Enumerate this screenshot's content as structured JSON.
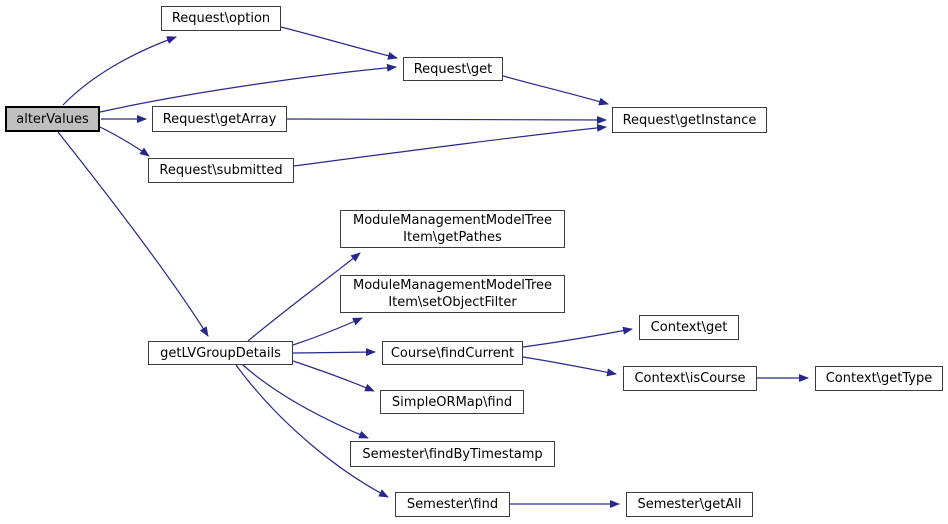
{
  "diagram": {
    "kind": "doxygen-call-graph",
    "root_function": "alterValues",
    "colors": {
      "edge": "#28288c",
      "root_node_fill": "#bfbfbf",
      "node_fill": "#ffffff",
      "node_border": "#3c3c3c",
      "text": "#000000",
      "background": "#ffffff"
    }
  },
  "nodes": [
    {
      "id": "altervalues",
      "label": "alterValues"
    },
    {
      "id": "request-option",
      "label": "Request\\option"
    },
    {
      "id": "request-get",
      "label": "Request\\get"
    },
    {
      "id": "request-getarray",
      "label": "Request\\getArray"
    },
    {
      "id": "request-submitted",
      "label": "Request\\submitted"
    },
    {
      "id": "request-getinstance",
      "label": "Request\\getInstance"
    },
    {
      "id": "getlvgroupdetails",
      "label": "getLVGroupDetails"
    },
    {
      "id": "mmtree-getpathes",
      "label": "ModuleManagementModelTree Item\\getPathes"
    },
    {
      "id": "mmtree-setobjectfilter",
      "label": "ModuleManagementModelTree Item\\setObjectFilter"
    },
    {
      "id": "course-findcurrent",
      "label": "Course\\findCurrent"
    },
    {
      "id": "simpleormap-find",
      "label": "SimpleORMap\\find"
    },
    {
      "id": "semester-findbytimestamp",
      "label": "Semester\\findByTimestamp"
    },
    {
      "id": "semester-find",
      "label": "Semester\\find"
    },
    {
      "id": "semester-getall",
      "label": "Semester\\getAll"
    },
    {
      "id": "context-get",
      "label": "Context\\get"
    },
    {
      "id": "context-iscourse",
      "label": "Context\\isCourse"
    },
    {
      "id": "context-gettype",
      "label": "Context\\getType"
    }
  ],
  "edges": [
    {
      "from": "alterValues",
      "to": "Request\\option"
    },
    {
      "from": "alterValues",
      "to": "Request\\get"
    },
    {
      "from": "alterValues",
      "to": "Request\\getArray"
    },
    {
      "from": "alterValues",
      "to": "Request\\submitted"
    },
    {
      "from": "alterValues",
      "to": "getLVGroupDetails"
    },
    {
      "from": "Request\\option",
      "to": "Request\\get"
    },
    {
      "from": "Request\\get",
      "to": "Request\\getInstance"
    },
    {
      "from": "Request\\getArray",
      "to": "Request\\getInstance"
    },
    {
      "from": "Request\\submitted",
      "to": "Request\\getInstance"
    },
    {
      "from": "getLVGroupDetails",
      "to": "ModuleManagementModelTree Item\\getPathes"
    },
    {
      "from": "getLVGroupDetails",
      "to": "ModuleManagementModelTree Item\\setObjectFilter"
    },
    {
      "from": "getLVGroupDetails",
      "to": "Course\\findCurrent"
    },
    {
      "from": "getLVGroupDetails",
      "to": "SimpleORMap\\find"
    },
    {
      "from": "getLVGroupDetails",
      "to": "Semester\\findByTimestamp"
    },
    {
      "from": "getLVGroupDetails",
      "to": "Semester\\find"
    },
    {
      "from": "Course\\findCurrent",
      "to": "Context\\get"
    },
    {
      "from": "Course\\findCurrent",
      "to": "Context\\isCourse"
    },
    {
      "from": "Context\\isCourse",
      "to": "Context\\getType"
    },
    {
      "from": "Semester\\find",
      "to": "Semester\\getAll"
    }
  ]
}
